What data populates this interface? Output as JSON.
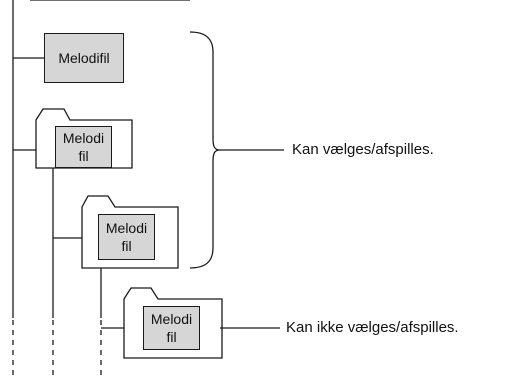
{
  "files": [
    {
      "label": "Melodifil"
    },
    {
      "line1": "Melodi",
      "line2": "fil"
    },
    {
      "line1": "Melodi",
      "line2": "fil"
    },
    {
      "line1": "Melodi",
      "line2": "fil"
    }
  ],
  "captions": {
    "selectable": "Kan vælges/afspilles.",
    "not_selectable": "Kan ikke vælges/afspilles."
  },
  "colors": {
    "line": "#1a1a1a",
    "file_fill": "#d6d6d6",
    "folder_fill": "#ffffff"
  }
}
